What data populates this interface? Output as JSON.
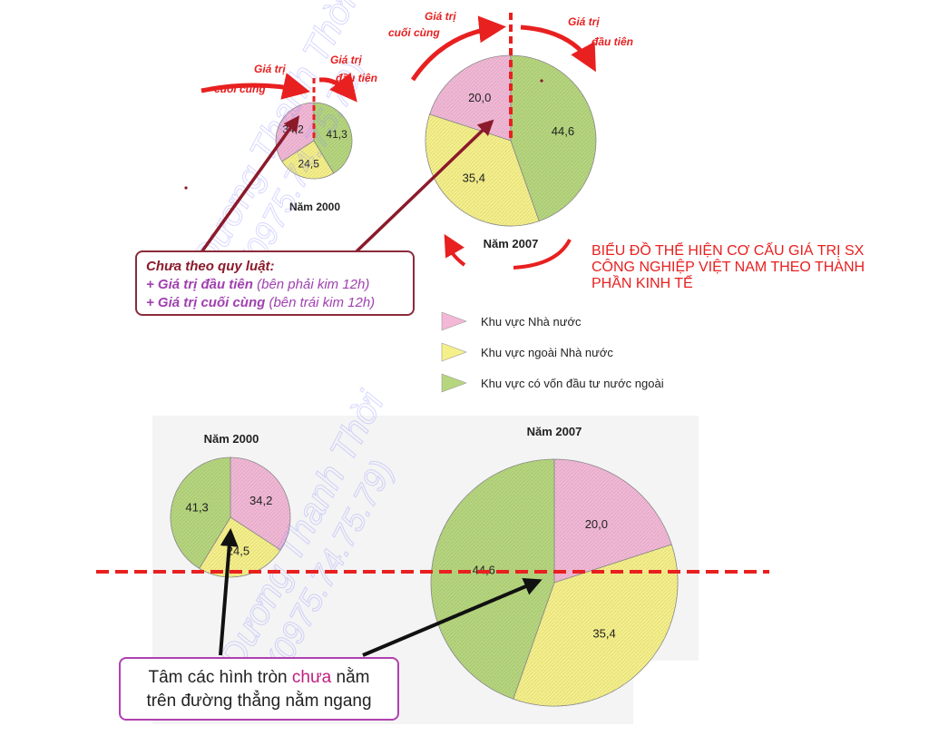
{
  "colors": {
    "state": "#f2b8d6",
    "nonstate": "#f5f08a",
    "fdi": "#b6d67e",
    "red": "#e82020",
    "darkred": "#8b1a2a",
    "purple": "#b040b0"
  },
  "chart_data": [
    {
      "type": "pie",
      "title": "Năm 2000",
      "slices": [
        {
          "series": "state",
          "value": 34.2,
          "label": "34,2"
        },
        {
          "series": "nonstate",
          "value": 24.5,
          "label": "24,5"
        },
        {
          "series": "fdi",
          "value": 41.3,
          "label": "41,3"
        }
      ],
      "start_angle_deg": 90,
      "direction": "ccw"
    },
    {
      "type": "pie",
      "title": "Năm 2007",
      "slices": [
        {
          "series": "state",
          "value": 20.0,
          "label": "20,0"
        },
        {
          "series": "nonstate",
          "value": 35.4,
          "label": "35,4"
        },
        {
          "series": "fdi",
          "value": 44.6,
          "label": "44,6"
        }
      ],
      "start_angle_deg": 90,
      "direction": "ccw"
    },
    {
      "type": "pie",
      "title": "Năm 2000",
      "slices": [
        {
          "series": "state",
          "value": 34.2,
          "label": "34,2"
        },
        {
          "series": "nonstate",
          "value": 24.5,
          "label": "24,5"
        },
        {
          "series": "fdi",
          "value": 41.3,
          "label": "41,3"
        }
      ],
      "start_angle_deg": 90,
      "direction": "cw"
    },
    {
      "type": "pie",
      "title": "Năm 2007",
      "slices": [
        {
          "series": "state",
          "value": 20.0,
          "label": "20,0"
        },
        {
          "series": "nonstate",
          "value": 35.4,
          "label": "35,4"
        },
        {
          "series": "fdi",
          "value": 44.6,
          "label": "44,6"
        }
      ],
      "start_angle_deg": 90,
      "direction": "cw"
    }
  ],
  "legend": [
    {
      "series": "state",
      "label": "Khu vực Nhà nước"
    },
    {
      "series": "nonstate",
      "label": "Khu vực ngoài Nhà nước"
    },
    {
      "series": "fdi",
      "label": "Khu vực có vốn đầu tư nước ngoài"
    }
  ],
  "main_title": "BIỂU ĐỒ THỂ HIỆN CƠ CẤU GIÁ TRỊ SX CÔNG NGHIỆP VIỆT NAM THEO THÀNH PHẦN KINH TẾ",
  "annotations": {
    "small_last": [
      "Giá trị",
      "cuối cùng"
    ],
    "small_first": [
      "Giá trị",
      "đầu tiên"
    ],
    "big_last": [
      "Giá trị",
      "cuối cùng"
    ],
    "big_first": [
      "Giá trị",
      "đầu tiên"
    ]
  },
  "note_top": {
    "heading": "Chưa theo quy luật:",
    "line1_bold": "+ Giá trị đầu tiên",
    "line1_rest": " (bên phải kim 12h)",
    "line2_bold": "+ Giá trị cuối cùng",
    "line2_rest": " (bên trái kim 12h)"
  },
  "note_bottom": {
    "line1_a": "Tâm các hình tròn ",
    "line1_b": "chưa",
    "line1_c": " nằm",
    "line2": "trên đường thẳng nằm ngang"
  },
  "watermark": [
    "Dương Thanh Thời",
    "(0975.74.75.79)"
  ]
}
